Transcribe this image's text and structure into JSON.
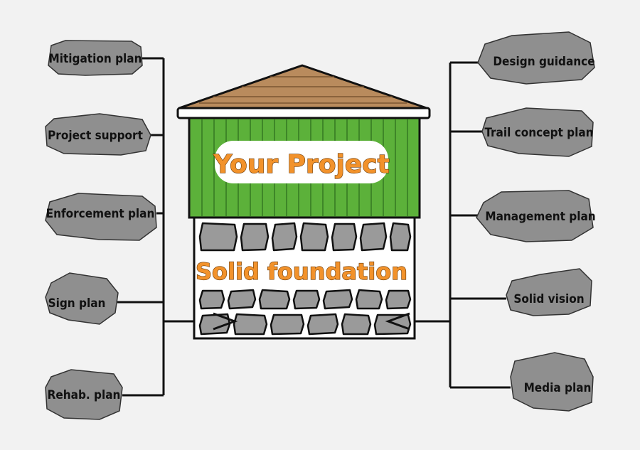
{
  "house": {
    "title": "Your Project",
    "foundation_label": "Solid foundation"
  },
  "left_rocks": [
    {
      "label": "Mitigation plan"
    },
    {
      "label": "Project support"
    },
    {
      "label": "Enforcement plan"
    },
    {
      "label": "Sign plan"
    },
    {
      "label": "Rehab. plan"
    }
  ],
  "right_rocks": [
    {
      "label": "Design guidance"
    },
    {
      "label": "Trail concept plan"
    },
    {
      "label": "Management plan"
    },
    {
      "label": "Solid vision"
    },
    {
      "label": "Media plan"
    }
  ],
  "colors": {
    "background": "#f2f2f2",
    "rock_fill": "#8f8f8f",
    "roof": "#b98b5d",
    "wall_green": "#5cb13a",
    "text_orange": "#f2922b",
    "connector": "#111111"
  },
  "icons": [
    "roof-icon",
    "arrow-right-icon",
    "arrow-left-icon"
  ]
}
